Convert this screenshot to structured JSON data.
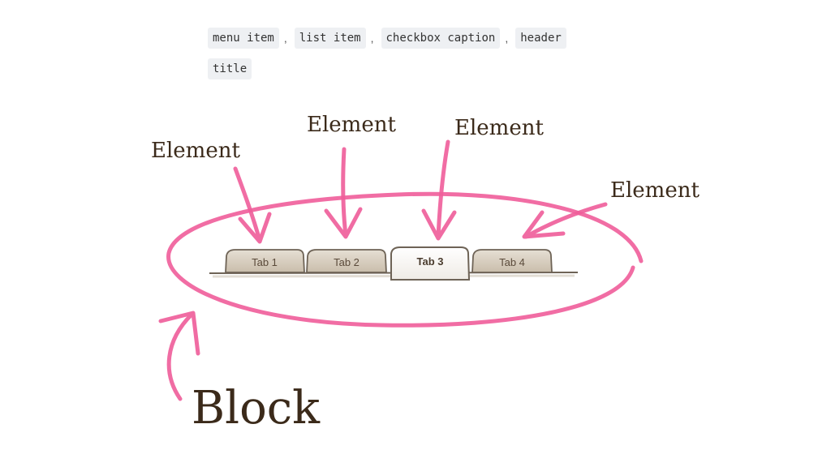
{
  "header": {
    "terms": [
      "menu item",
      "list item",
      "checkbox caption",
      "header"
    ],
    "separators": [
      ",",
      ",",
      ","
    ],
    "terms_line2": [
      "title"
    ]
  },
  "diagram": {
    "element_labels": [
      "Element",
      "Element",
      "Element",
      "Element"
    ],
    "block_label": "Block",
    "tabs": [
      {
        "label": "Tab 1",
        "active": false
      },
      {
        "label": "Tab 2",
        "active": false
      },
      {
        "label": "Tab 3",
        "active": true
      },
      {
        "label": "Tab 4",
        "active": false
      }
    ],
    "colors": {
      "annotation": "#ef5d9a",
      "handwriting": "#3b2a1a",
      "tab_fill": "#d8cfc1",
      "tab_active_fill": "#f4f1ec",
      "tab_border": "#6e6356"
    }
  }
}
